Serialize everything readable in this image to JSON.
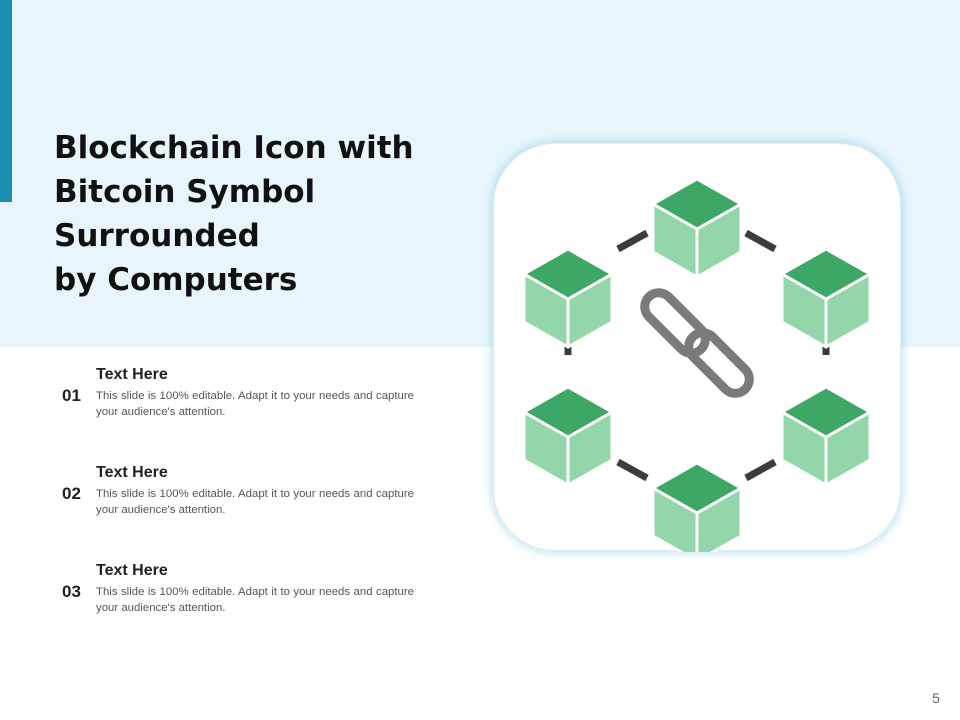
{
  "slide": {
    "title_lines": [
      "Blockchain Icon with",
      "Bitcoin Symbol",
      "Surrounded",
      "by Computers"
    ],
    "page_number": "5"
  },
  "items": [
    {
      "number": "01",
      "heading": "Text Here",
      "body": "This slide is 100% editable. Adapt it to your needs and capture your audience's attention."
    },
    {
      "number": "02",
      "heading": "Text Here",
      "body": "This slide is 100% editable. Adapt it to your needs and capture your audience's attention."
    },
    {
      "number": "03",
      "heading": "Text Here",
      "body": "This slide is 100% editable. Adapt it to your needs and capture your audience's attention."
    }
  ],
  "icon": {
    "center": "chain-link-icon",
    "nodes": [
      "block-cube-icon",
      "block-cube-icon",
      "block-cube-icon",
      "block-cube-icon",
      "block-cube-icon",
      "block-cube-icon"
    ]
  },
  "colors": {
    "band": "#e8f6fc",
    "accent": "#1a8fb3",
    "cube_top": "#3da865",
    "cube_side": "#92d6aa",
    "connector": "#3c3c3c",
    "chain": "#7a7a7a"
  }
}
